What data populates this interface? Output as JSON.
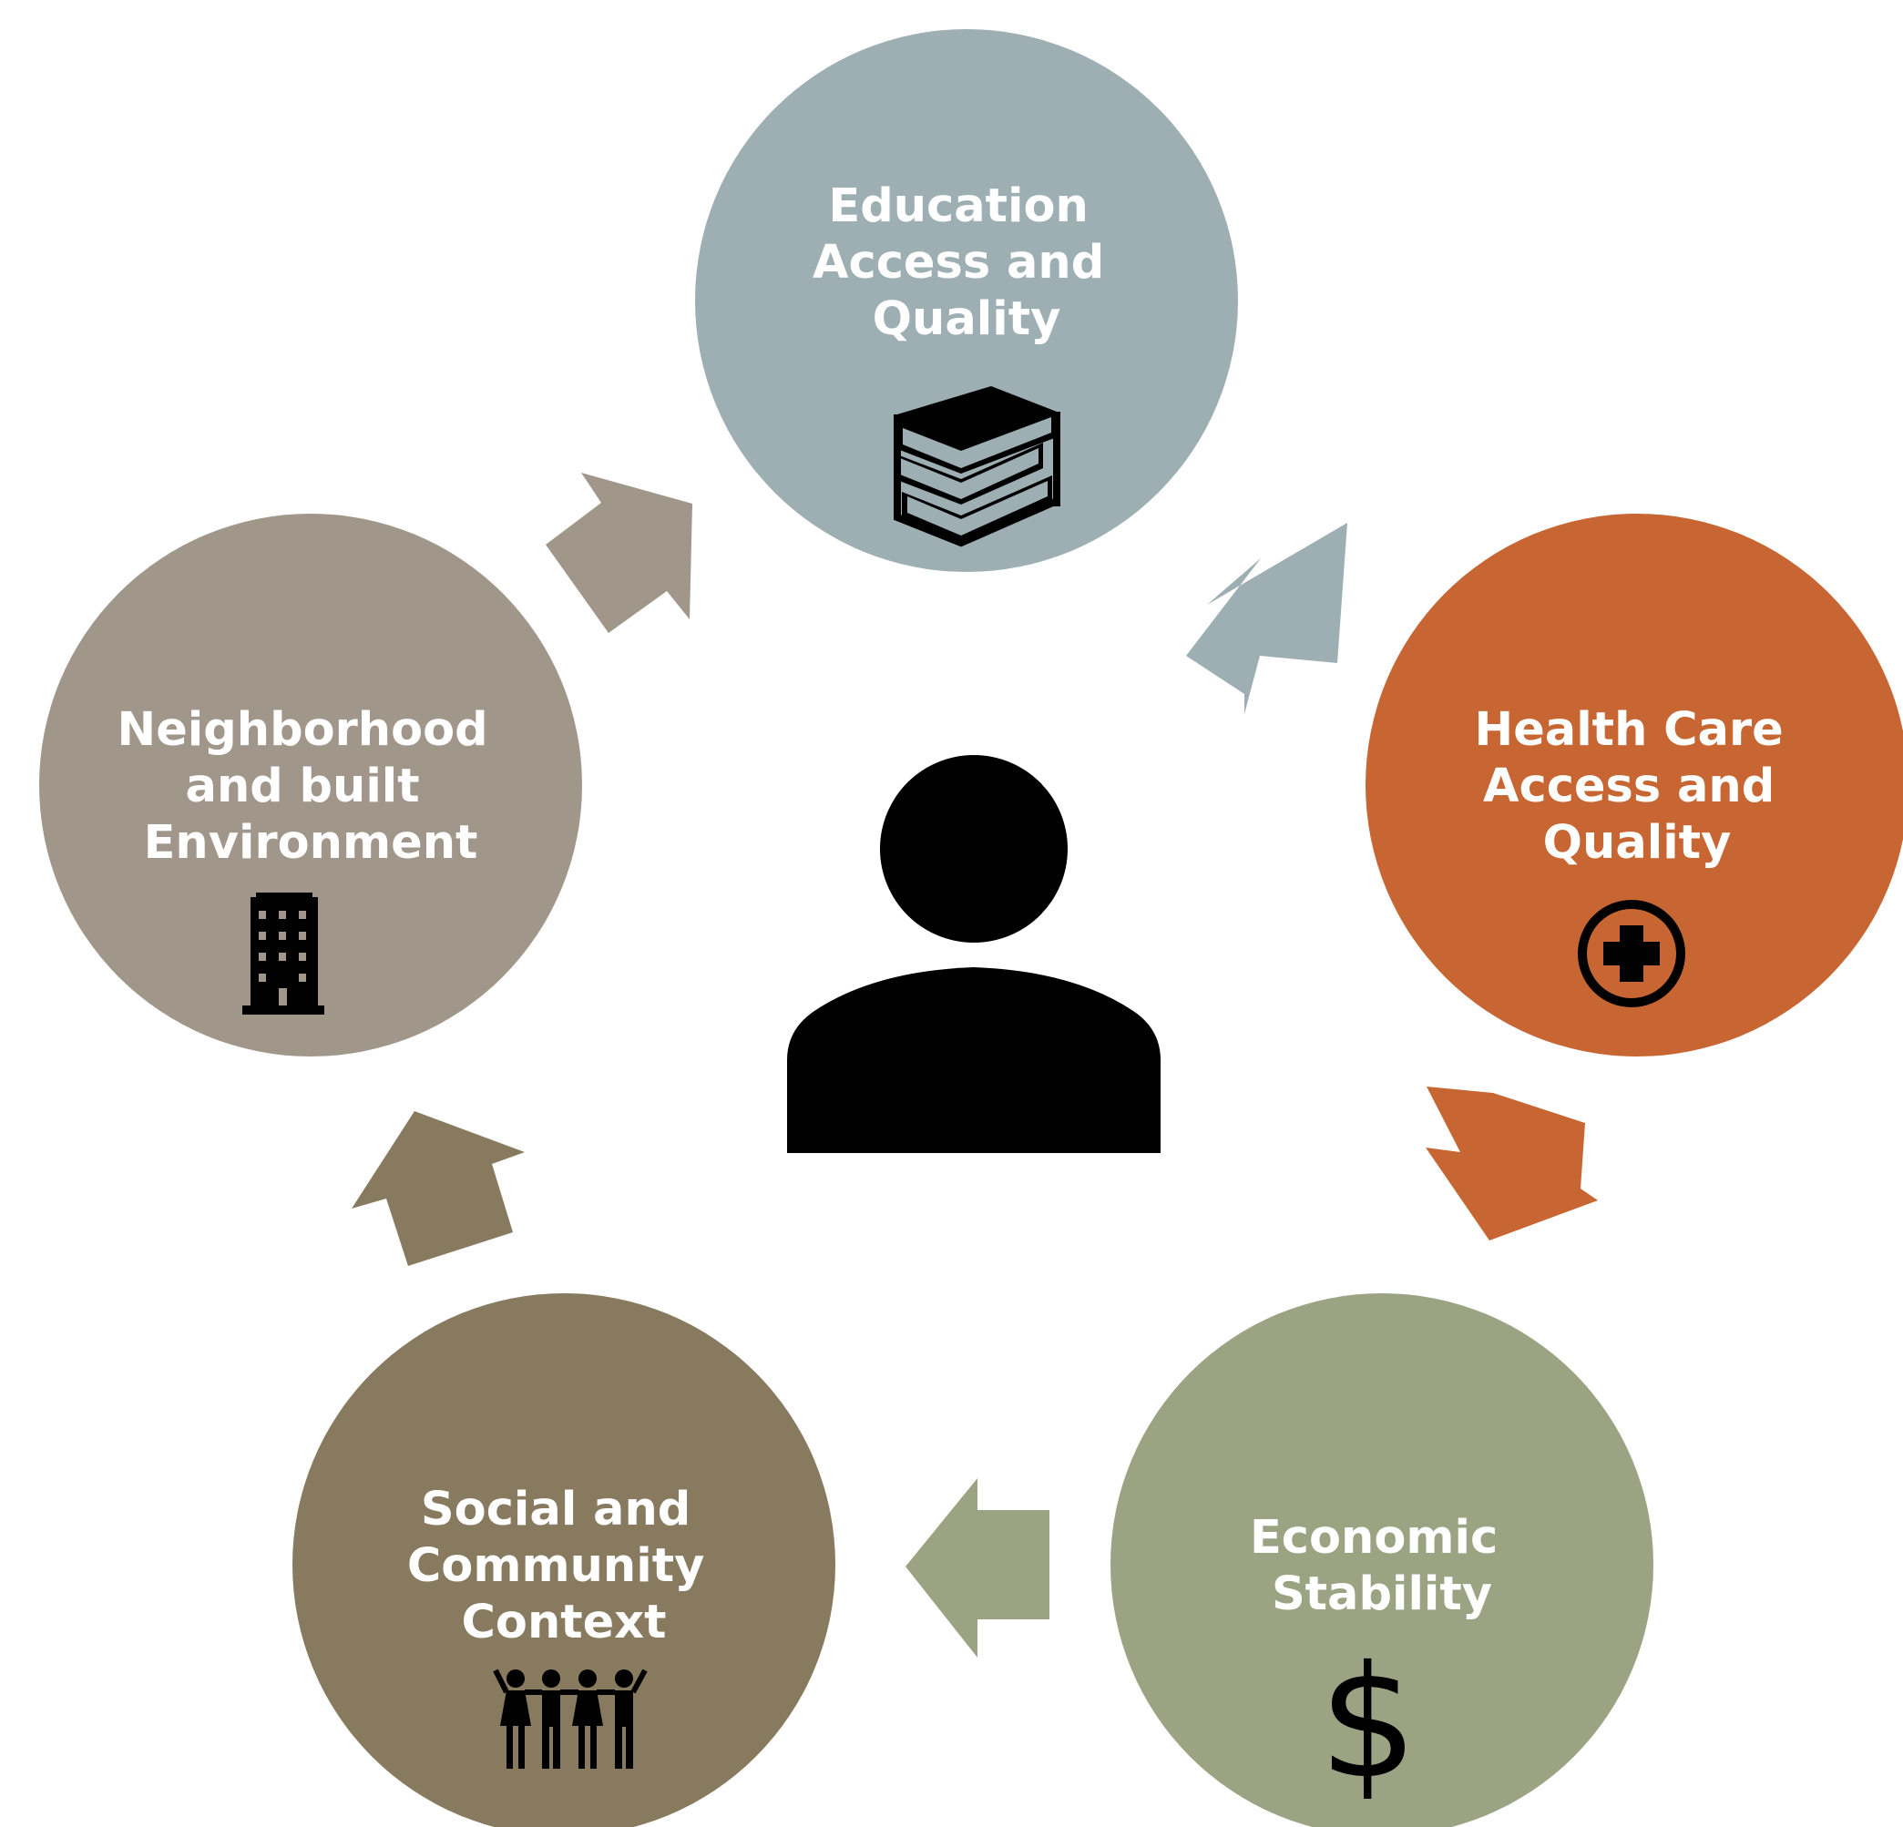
{
  "colors": {
    "education": "#9eafb4",
    "health": "#c76632",
    "economic": "#9ca383",
    "social": "#877a5f",
    "neighborhood": "#a0978a",
    "icon": "#000000",
    "text": "#ffffff"
  },
  "center": {
    "icon": "person-icon"
  },
  "nodes": {
    "education": {
      "lines": [
        "Education",
        "Access and",
        "Quality"
      ],
      "icon": "books-icon"
    },
    "health": {
      "lines": [
        "Health Care",
        "Access and",
        "Quality"
      ],
      "icon": "medical-cross-icon"
    },
    "economic": {
      "lines": [
        "Economic",
        "Stability"
      ],
      "icon": "dollar-icon",
      "icon_glyph": "$"
    },
    "social": {
      "lines": [
        "Social and",
        "Community",
        "Context"
      ],
      "icon": "people-group-icon"
    },
    "neighborhood": {
      "lines": [
        "Neighborhood",
        "and built",
        "Environment"
      ],
      "icon": "building-icon"
    }
  }
}
